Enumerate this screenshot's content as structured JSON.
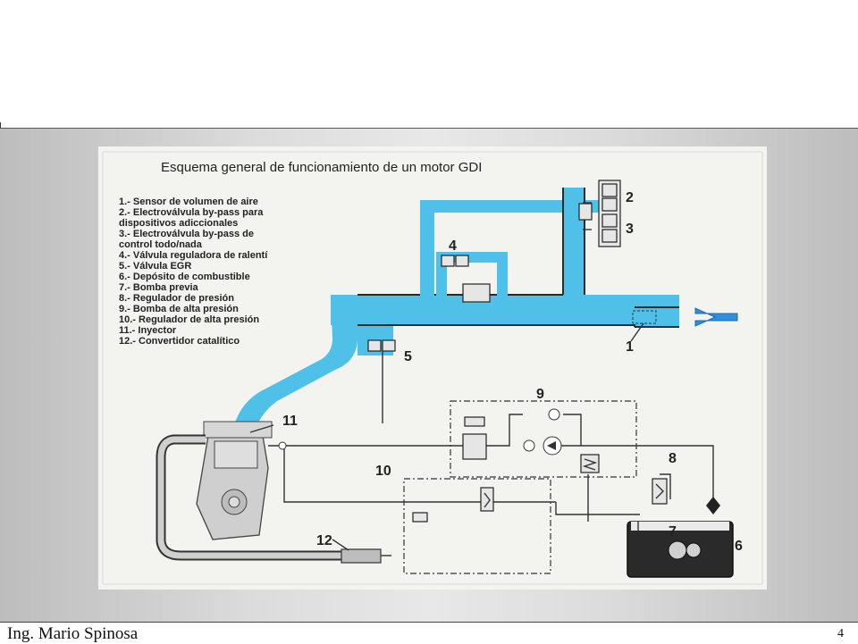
{
  "figure": {
    "title": "Esquema general de funcionamiento de un motor GDI",
    "legend": [
      "1.- Sensor de volumen de aire",
      "2.- Electroválvula by-pass para",
      "dispositivos adiccionales",
      "3.- Electroválvula by-pass de",
      "control todo/nada",
      "4.- Válvula reguladora de ralentí",
      "5.- Válvula EGR",
      "6.- Depósito de combustible",
      "7.- Bomba previa",
      "8.- Regulador de presión",
      "9.- Bomba de alta presión",
      "10.- Regulador de alta presión",
      "11.- Inyector",
      "12.- Convertidor catalítico"
    ],
    "callouts": [
      "1",
      "2",
      "3",
      "4",
      "5",
      "6",
      "7",
      "8",
      "9",
      "10",
      "11",
      "12"
    ],
    "colors": {
      "air_duct": "#4fc0e8",
      "intake_arrow": "#2f8ee0",
      "tank": "#2a2a2a"
    }
  },
  "footer": {
    "author": "Ing. Mario Spinosa",
    "page": "4"
  }
}
